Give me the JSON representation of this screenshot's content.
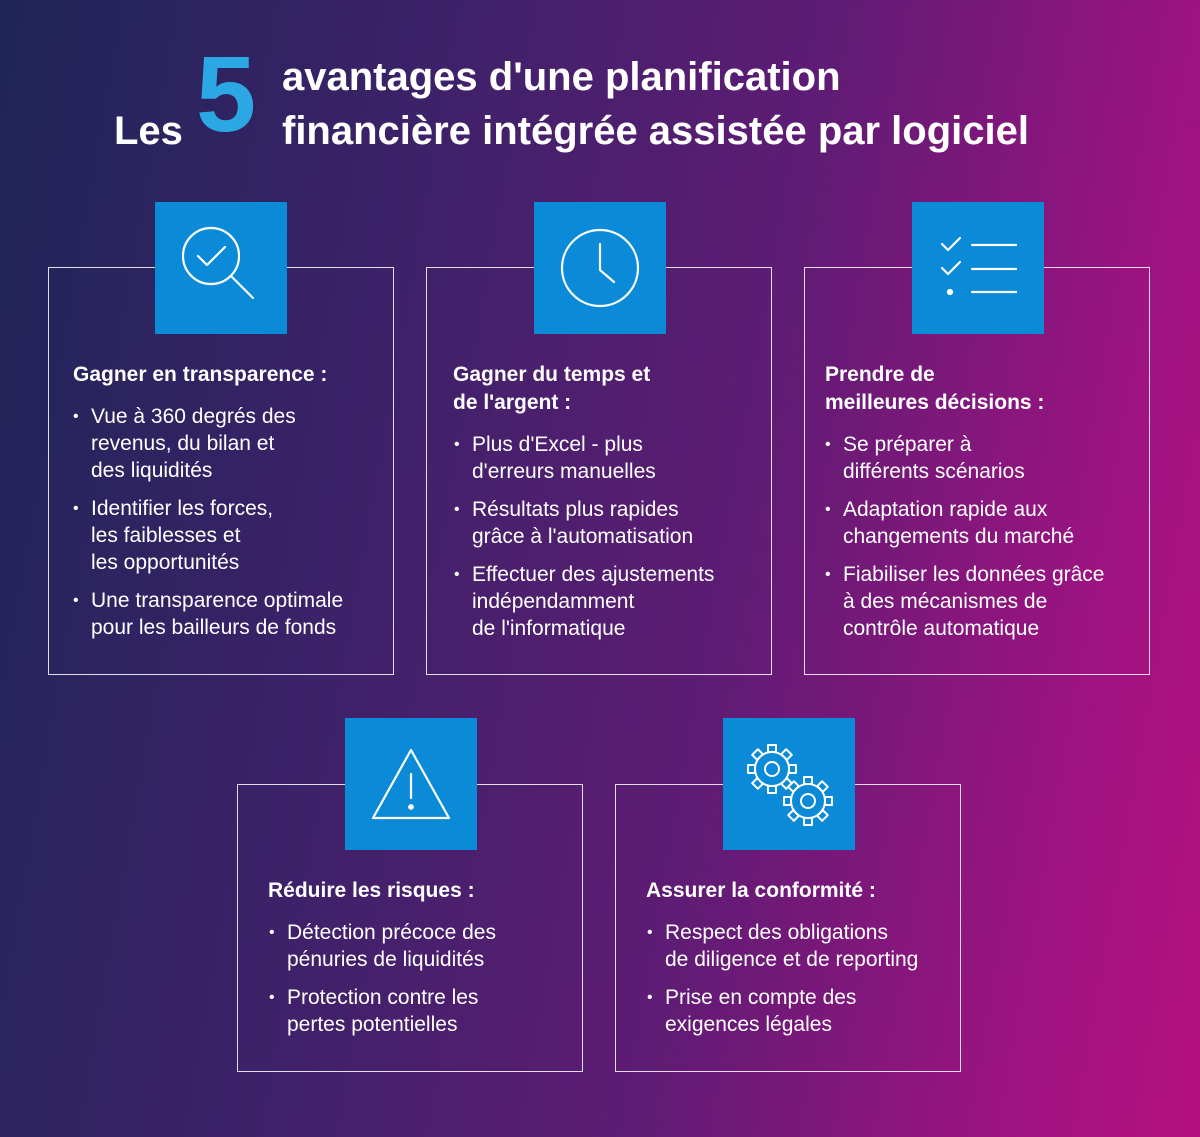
{
  "title": {
    "les": "Les",
    "number": "5",
    "line1": "avantages d'une planification",
    "line2": "financière intégrée assistée par logiciel"
  },
  "cards": [
    {
      "icon": "magnifier-check-icon",
      "title": "Gagner en transparence :",
      "bullets": [
        "Vue à 360 degrés des\nrevenus, du bilan et\ndes liquidités",
        "Identifier les forces,\nles faiblesses et\nles opportunités",
        "Une transparence optimale\npour les bailleurs de fonds"
      ]
    },
    {
      "icon": "clock-icon",
      "title": "Gagner du temps et\nde l'argent :",
      "bullets": [
        "Plus d'Excel - plus\nd'erreurs manuelles",
        "Résultats plus rapides\ngrâce à l'automatisation",
        "Effectuer des ajustements\nindépendamment\nde l'informatique"
      ]
    },
    {
      "icon": "checklist-icon",
      "title": "Prendre de\nmeilleures décisions :",
      "bullets": [
        "Se préparer à\ndifférents scénarios",
        "Adaptation rapide aux\nchangements du marché",
        "Fiabiliser les données grâce\nà des mécanismes de\ncontrôle automatique"
      ]
    },
    {
      "icon": "warning-triangle-icon",
      "title": "Réduire les risques :",
      "bullets": [
        "Détection précoce des\npénuries de liquidités",
        "Protection contre les\npertes potentielles"
      ]
    },
    {
      "icon": "gears-icon",
      "title": "Assurer la conformité :",
      "bullets": [
        "Respect des obligations\nde diligence et de reporting",
        "Prise en compte des\nexigences légales"
      ]
    }
  ],
  "colors": {
    "accent": "#2ba8e3",
    "icon_box": "#0a8ad7",
    "gradient_start": "#1f2558",
    "gradient_end": "#b6107f"
  }
}
